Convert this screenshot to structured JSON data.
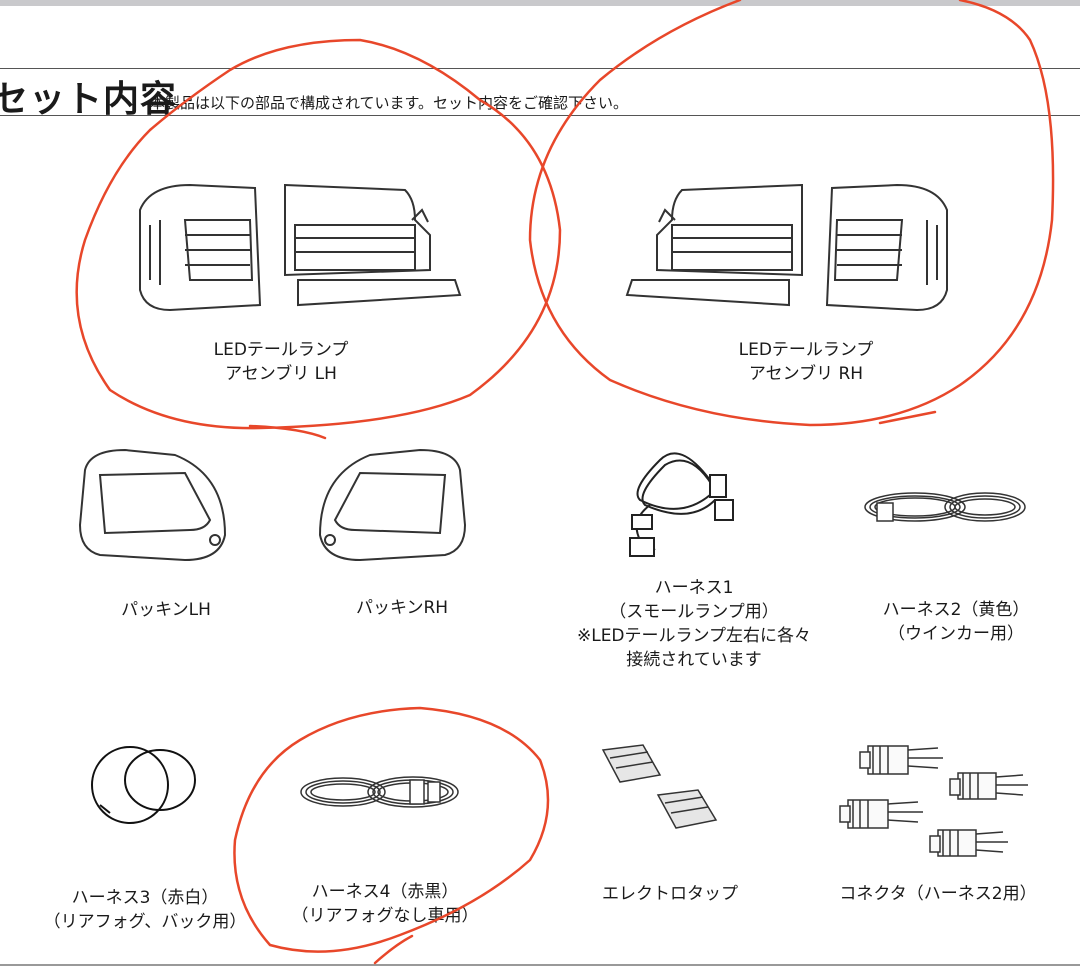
{
  "header": {
    "title": "セット内容",
    "subtitle": "本製品は以下の部品で構成されています。セット内容をご確認下さい。"
  },
  "items": {
    "lamp_lh": {
      "line1": "LEDテールランプ",
      "line2": "アセンブリ LH"
    },
    "lamp_rh": {
      "line1": "LEDテールランプ",
      "line2": "アセンブリ RH"
    },
    "packing_lh": {
      "label": "パッキンLH"
    },
    "packing_rh": {
      "label": "パッキンRH"
    },
    "harness1": {
      "line1": "ハーネス1",
      "line2": "（スモールランプ用）",
      "line3": "※LEDテールランプ左右に各々",
      "line4": "接続されています"
    },
    "harness2": {
      "line1": "ハーネス2（黄色）",
      "line2": "（ウインカー用）"
    },
    "harness3": {
      "line1": "ハーネス3（赤白）",
      "line2": "（リアフォグ、バック用）"
    },
    "harness4": {
      "line1": "ハーネス4（赤黒）",
      "line2": "（リアフォグなし車用）"
    },
    "electrotap": {
      "label": "エレクトロタップ"
    },
    "connector": {
      "label": "コネクタ（ハーネス2用）"
    }
  },
  "annotation_color": "#e8472a"
}
